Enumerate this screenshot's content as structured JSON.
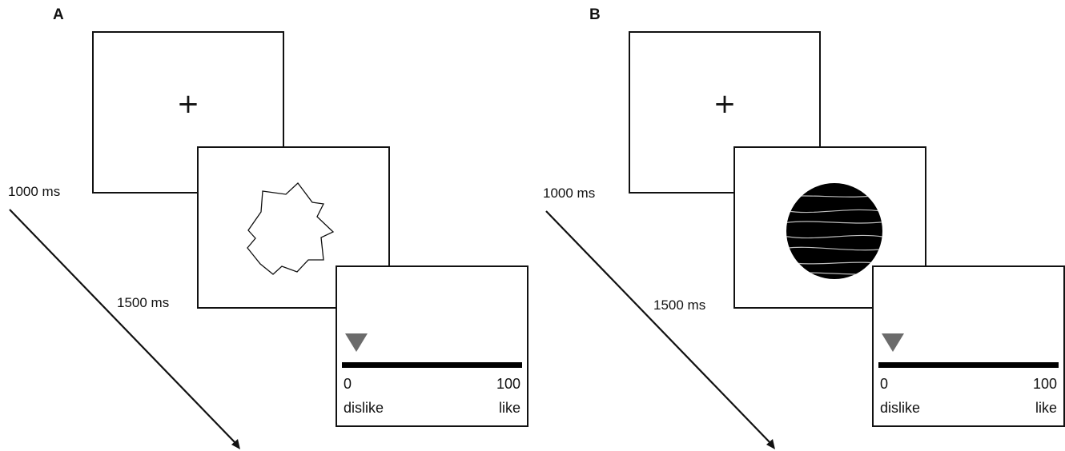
{
  "panels": [
    {
      "letter": "A",
      "fixation": "+",
      "stimulus": "irregular-polygon",
      "timing": {
        "first": "1000 ms",
        "second": "1500 ms"
      },
      "scale": {
        "min": "0",
        "max": "100",
        "left_label": "dislike",
        "right_label": "like",
        "pointer_value": 0
      }
    },
    {
      "letter": "B",
      "fixation": "+",
      "stimulus": "striped-sphere",
      "timing": {
        "first": "1000 ms",
        "second": "1500 ms"
      },
      "scale": {
        "min": "0",
        "max": "100",
        "left_label": "dislike",
        "right_label": "like",
        "pointer_value": 0
      }
    }
  ],
  "colors": {
    "line": "#111111",
    "pointer": "#6b6b6b",
    "sphere": "#000000",
    "sphere_lines": "#bdbdbd"
  }
}
